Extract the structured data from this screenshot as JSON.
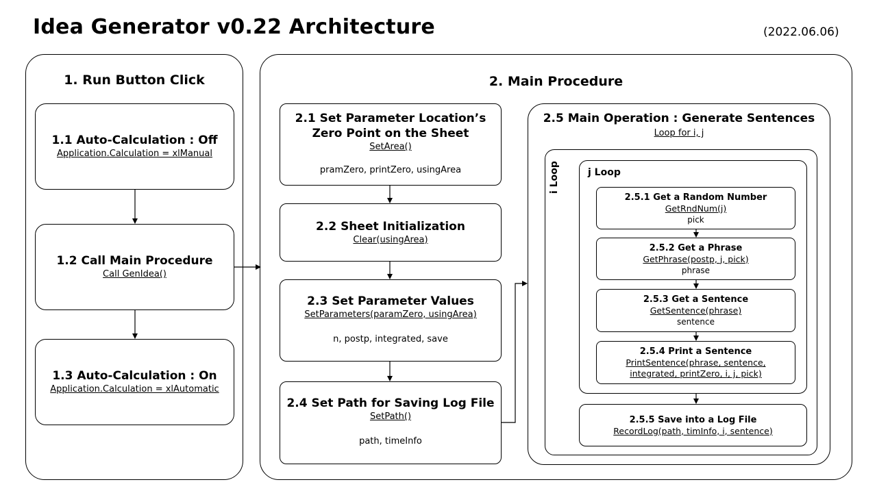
{
  "title": "Idea Generator v0.22 Architecture",
  "date": "(2022.06.06)",
  "panel1": {
    "title": "1. Run Button Click",
    "steps": [
      {
        "heading": "1.1 Auto-Calculation : Off",
        "code": "Application.Calculation = xlManual"
      },
      {
        "heading": "1.2 Call Main Procedure",
        "code": "Call GenIdea()"
      },
      {
        "heading": "1.3 Auto-Calculation : On",
        "code": "Application.Calculation = xlAutomatic"
      }
    ]
  },
  "panel2": {
    "title": "2. Main Procedure",
    "steps": [
      {
        "heading1": "2.1 Set Parameter Location’s",
        "heading2": "Zero Point on the Sheet",
        "code": "SetArea()",
        "vars": "pramZero, printZero, usingArea"
      },
      {
        "heading": "2.2 Sheet Initialization",
        "code": "Clear(usingArea)"
      },
      {
        "heading": "2.3 Set Parameter Values",
        "code": "SetParameters(paramZero, usingArea)",
        "vars": "n, postp, integrated, save"
      },
      {
        "heading": "2.4 Set Path for Saving Log File",
        "code": "SetPath()",
        "vars": "path, timeInfo"
      }
    ],
    "main_op": {
      "title": "2.5 Main Operation : Generate Sentences",
      "subtitle": "Loop for i, j",
      "i_loop_label": "i Loop",
      "j_loop_label": "j Loop",
      "substeps": [
        {
          "heading": "2.5.1 Get a Random Number",
          "code": "GetRndNum(j)",
          "vars": "pick"
        },
        {
          "heading": "2.5.2 Get a Phrase",
          "code": "GetPhrase(postp, j, pick)",
          "vars": "phrase"
        },
        {
          "heading": "2.5.3 Get a Sentence",
          "code": "GetSentence(phrase)",
          "vars": "sentence"
        },
        {
          "heading": "2.5.4 Print a Sentence",
          "code1": "PrintSentence(phrase, sentence,",
          "code2": "integrated, printZero, i, j, pick)"
        },
        {
          "heading": "2.5.5 Save into a Log File",
          "code": "RecordLog(path, timInfo, i, sentence)"
        }
      ]
    }
  }
}
